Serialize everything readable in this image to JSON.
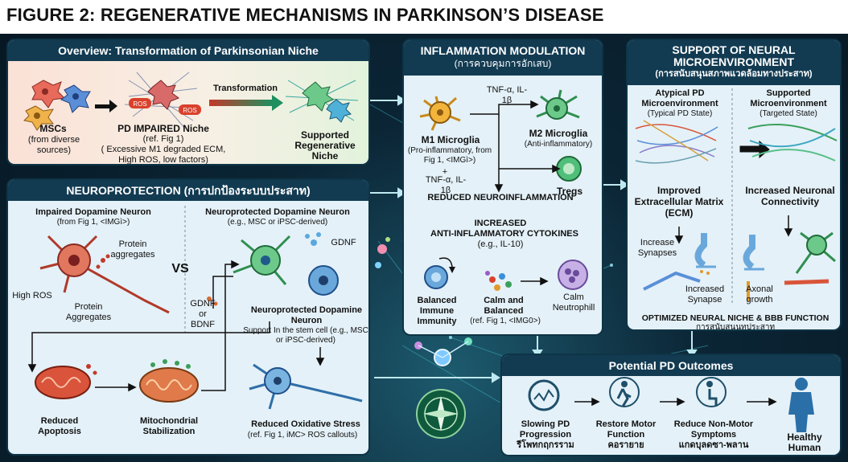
{
  "figure_title": "FIGURE 2: REGENERATIVE MECHANISMS IN PARKINSON’S DISEASE",
  "colors": {
    "header": "#123b52",
    "panel_bg": "#e7f2f7",
    "overview_bg": "#fbe7dc",
    "accent_green": "#1f8f5f",
    "accent_red": "#d9412c",
    "dark_bg": "#0b2535"
  },
  "overview": {
    "title": "Overview: Transformation of Parkinsonian Niche",
    "msc_label": "MSCs",
    "msc_sub": "(from diverse sources)",
    "pd_label": "PD IMPAIRED Niche",
    "pd_ref": "(ref. Fig 1)",
    "pd_sub": "( Excessive M1 degraded ECM, High ROS, low factors)",
    "transformation": "Transformation",
    "supported_label": "Supported Regenerative Niche",
    "ros_tag": "ROS"
  },
  "neuroprotection": {
    "title": "NEUROPROTECTION (การปกป้องระบบประสาท)",
    "impaired_title": "Impaired Dopamine Neuron",
    "impaired_ref": "(from Fig 1, <IMGì>)",
    "protein_aggregates_1": "Protein aggregates",
    "high_ros": "High ROS",
    "protein_aggregates_2": "Protein Aggregates",
    "vs": "VS",
    "protected_title": "Neuroprotected Dopamine Neuron",
    "protected_sub": "(e.g., MSC or iPSC-derived)",
    "gdnf_top": "GDNF",
    "gdnf_or_bdnf": "GDNF or BDNF",
    "np_title": "Neuroprotected Dopamine Neuron",
    "np_sub": "Support In the stem cell (e.g., MSC or iPSC-derived)",
    "reduced_apoptosis": "Reduced Apoptosis",
    "mito_stab": "Mitochondrial Stabilization",
    "reduced_ox": "Reduced Oxidative Stress",
    "reduced_ox_ref": "(ref. Fig 1, iMC> ROS callouts)"
  },
  "inflammation": {
    "title": "INFLAMMATION MODULATION",
    "subtitle": "(การควบคุมการอักเสบ)",
    "tnf_top": "TNF-α, IL-1β",
    "m1_title": "M1 Microglia",
    "m1_sub": "(Pro-inflammatory, from Fig 1, <IMGì>)",
    "plus": "+",
    "tnf_bottom": "TNF-α, IL-1β",
    "m2_title": "M2 Microglia",
    "m2_sub": "(Anti-inflammatory)",
    "tregs": "Tregs",
    "reduced_neuro": "REDUCED NEUROINFLAMMATION",
    "increased": "INCREASED",
    "anti_cyto": "ANTI-INFLAMMATORY CYTOKINES",
    "il10": "(e.g., IL-10)",
    "balanced": "Balanced Immune Immunity",
    "calm_balanced": "Calm and Balanced",
    "calm_ref": "(ref. Fig 1, <IMG0>)",
    "calm_neutro": "Calm Neutrophill"
  },
  "support": {
    "title_1": "SUPPORT OF NEURAL",
    "title_2": "MICROENVIRONMENT",
    "subtitle": "(การสนับสนุนสภาพแวดล้อมทางประสาท)",
    "atypical": "Atypical PD Microenvironment",
    "atypical_sub": "(Typical PD State)",
    "supported": "Supported Microenvironment",
    "supported_sub": "(Targeted State)",
    "improved_ecm": "Improved Extracellular Matrix (ECM)",
    "increased_conn": "Increased Neuronal Connectivity",
    "increase_syn": "Increase Synapses",
    "increased_syn": "Increased Synapse",
    "axonal": "Axonal growth",
    "optimized": "OPTIMIZED NEURAL NICHE & BBB FUNCTION",
    "optimized_th": "การสนับสนุนทประสาท"
  },
  "outcomes": {
    "title": "Potential PD Outcomes",
    "items": [
      {
        "label": "Slowing PD Progression",
        "th": "รีโพทกฤกรราม"
      },
      {
        "label": "Restore Motor Function",
        "th": "คอรายาย"
      },
      {
        "label": "Reduce Non-Motor Symptoms",
        "th": "แกดบุลดซา-พลาน"
      },
      {
        "label": "Healthy Human",
        "th": ""
      }
    ]
  }
}
